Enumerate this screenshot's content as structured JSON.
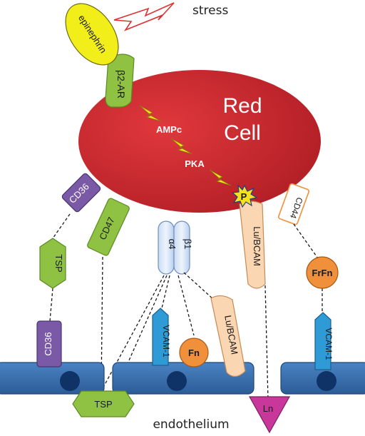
{
  "labels": {
    "stress": "stress",
    "red_cell": [
      "Red",
      "Cell"
    ],
    "epinephrin": "epinephrin",
    "b2ar": "β2-AR",
    "ampc": "AMPc",
    "pka": "PKA",
    "phospho": "P",
    "cd36_top": "CD36",
    "cd47": "CD47",
    "alpha4": "α4",
    "beta1": "β1",
    "lubcam_rbc": "Lu/BCAM",
    "cd44": "CD44",
    "tsp_mid": "TSP",
    "frfn": "FrFn",
    "cd36_bottom": "CD36",
    "vcam_left": "VCAM-1",
    "fn": "Fn",
    "lubcam_endo": "Lu/BCAM",
    "vcam_right": "VCAM-1",
    "tsp_bottom": "TSP",
    "ln": "Ln",
    "endothelium": "endothelium"
  },
  "colors": {
    "red_cell": "#c8262b",
    "epinephrin": "#f2ee1a",
    "green": "#8fc143",
    "purple": "#7a5aa6",
    "blue": "#2f9bd6",
    "orange": "#f1903a",
    "peach": "#fbd6b3",
    "magenta": "#c8389a",
    "endothelium": "#3a6fb0"
  }
}
